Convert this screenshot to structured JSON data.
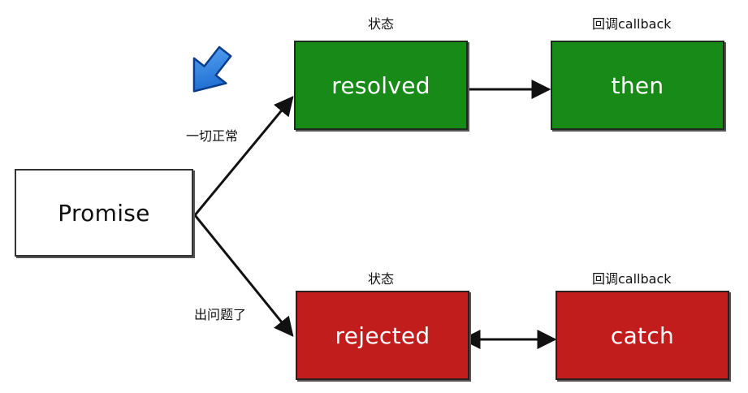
{
  "nodes": {
    "promise": "Promise",
    "resolved": "resolved",
    "then": "then",
    "rejected": "rejected",
    "catch": "catch"
  },
  "labels": {
    "state_top": "状态",
    "callback_top": "回调callback",
    "state_bottom": "状态",
    "callback_bottom": "回调callback",
    "edge_ok": "一切正常",
    "edge_error": "出问题了"
  },
  "colors": {
    "success": "#178a17",
    "failure": "#c21d1d",
    "pointer": "#1a73e8"
  },
  "icons": {
    "pointer": "cursor-arrow-icon"
  }
}
